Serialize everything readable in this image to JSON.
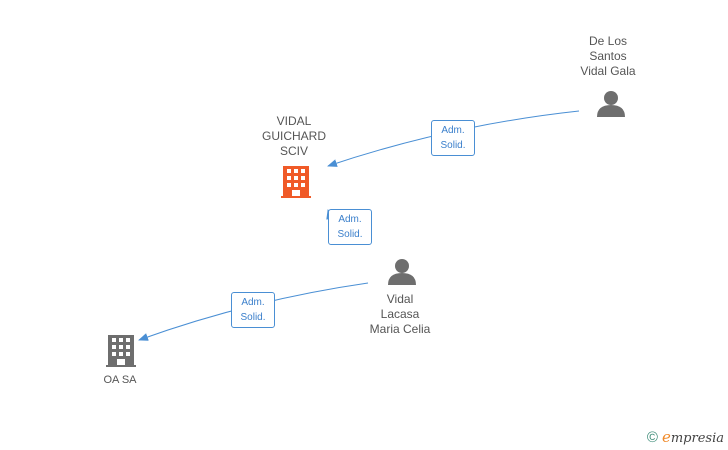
{
  "nodes": {
    "de_los_santos": {
      "type": "person",
      "lines": [
        "De Los",
        "Santos",
        "Vidal Gala"
      ]
    },
    "vidal_guichard": {
      "type": "company",
      "lines": [
        "VIDAL",
        "GUICHARD",
        "SCIV"
      ],
      "color": "#f05a28"
    },
    "vidal_lacasa": {
      "type": "person",
      "lines": [
        "Vidal",
        "Lacasa",
        "Maria Celia"
      ]
    },
    "oa_sa": {
      "type": "company",
      "lines": [
        "OA SA"
      ],
      "color": "#6e6e6e"
    }
  },
  "edges": [
    {
      "from": "de_los_santos",
      "to": "vidal_guichard",
      "label": [
        "Adm.",
        "Solid."
      ]
    },
    {
      "from": "vidal_lacasa",
      "to": "vidal_guichard",
      "label": [
        "Adm.",
        "Solid."
      ]
    },
    {
      "from": "vidal_lacasa",
      "to": "oa_sa",
      "label": [
        "Adm.",
        "Solid."
      ]
    }
  ],
  "colors": {
    "edge": "#4a8fd4",
    "person_icon": "#6e6e6e",
    "label_text": "#555555"
  },
  "footer": {
    "copyright_symbol": "©",
    "brand_first": "e",
    "brand_rest": "mpresia"
  }
}
